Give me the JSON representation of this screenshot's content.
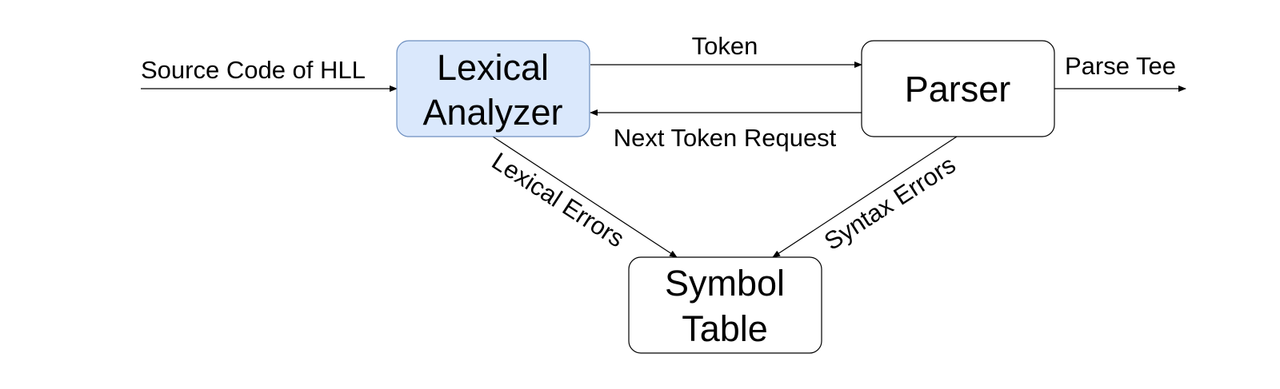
{
  "diagram": {
    "colors": {
      "highlight_fill": "#dae8fc",
      "highlight_stroke": "#6c8ebf",
      "default_fill": "#ffffff",
      "default_stroke": "#000000",
      "line": "#000000"
    },
    "nodes": {
      "lexical_analyzer": {
        "line1": "Lexical",
        "line2": "Analyzer"
      },
      "parser": {
        "label": "Parser"
      },
      "symbol_table": {
        "line1": "Symbol",
        "line2": "Table"
      }
    },
    "edges": {
      "source_code": "Source Code of HLL",
      "token": "Token",
      "next_token_request": "Next Token Request",
      "parse_tree": "Parse Tee",
      "lexical_errors": "Lexical Errors",
      "syntax_errors": "Syntax Errors"
    }
  }
}
